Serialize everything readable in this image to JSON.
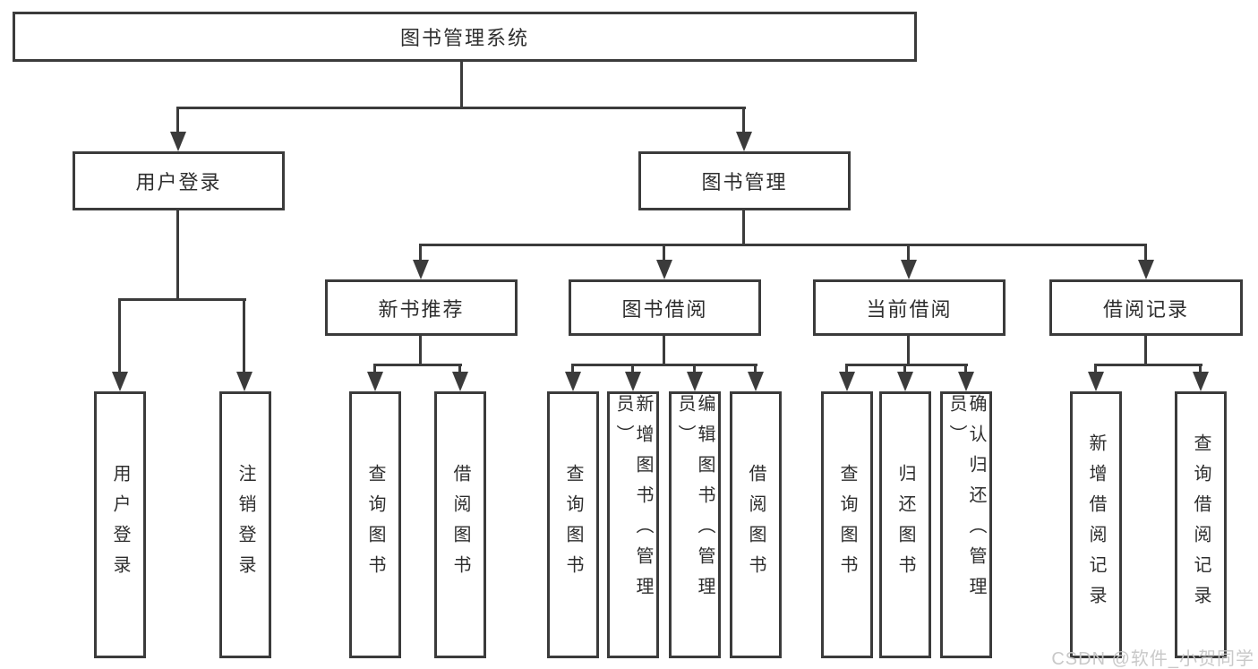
{
  "diagram": {
    "title": "图书管理系统",
    "nodes": {
      "root": "图书管理系统",
      "user_login": "用户登录",
      "book_mgmt": "图书管理",
      "new_book_rec": "新书推荐",
      "book_borrow": "图书借阅",
      "current_borrow": "当前借阅",
      "borrow_record": "借阅记录",
      "leaf_user_login": "用户登录",
      "leaf_logout": "注销登录",
      "leaf_rec_query_book": "查询图书",
      "leaf_rec_borrow_book": "借阅图书",
      "leaf_bb_query_book": "查询图书",
      "leaf_bb_add_book": "新增图书（管理员）",
      "leaf_bb_edit_book": "编辑图书（管理员）",
      "leaf_bb_borrow_book": "借阅图书",
      "leaf_cb_query_book": "查询图书",
      "leaf_cb_return_book": "归还图书",
      "leaf_cb_confirm_return": "确认归还（管理员）",
      "leaf_br_add_record": "新增借阅记录",
      "leaf_br_query_record": "查询借阅记录"
    },
    "colors": {
      "line": "#3b3b3b",
      "text": "#2e2e2e",
      "background": "#ffffff",
      "watermark_text": "#c6c6c6"
    },
    "watermark": "CSDN @软件_小贺同学"
  }
}
